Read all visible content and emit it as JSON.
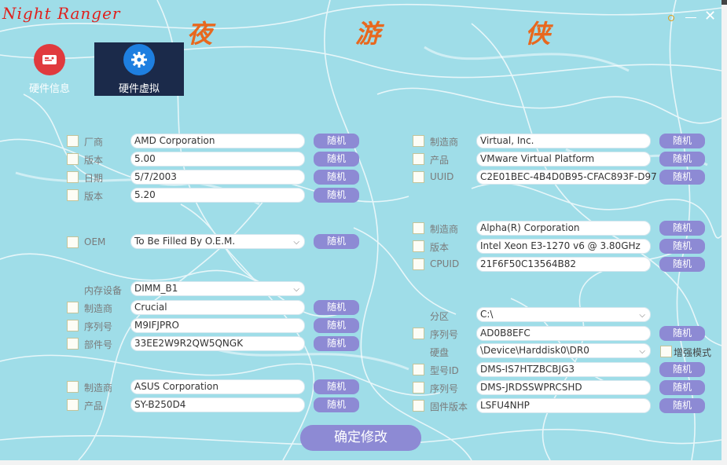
{
  "window": {
    "brand": "Night Ranger",
    "title_chars": [
      "夜",
      "游",
      "侠"
    ],
    "dot_icon": "dot-icon",
    "minimize_icon": "minimize-icon",
    "close_icon": "close-icon"
  },
  "tabs": [
    {
      "label": "硬件信息",
      "icon": "hardware-info-icon",
      "color": "#e03a3e"
    },
    {
      "label": "硬件虚拟",
      "icon": "gear-icon",
      "color": "#1e7fe0"
    }
  ],
  "random_label": "随机",
  "confirm_label": "确定修改",
  "bios": [
    {
      "label": "厂商",
      "value": "AMD Corporation"
    },
    {
      "label": "版本",
      "value": "5.00"
    },
    {
      "label": "日期",
      "value": "5/7/2003"
    },
    {
      "label": "版本",
      "value": "5.20"
    }
  ],
  "oem": {
    "label": "OEM",
    "value": "To Be Filled By O.E.M."
  },
  "memory": {
    "device_label": "内存设备",
    "device_value": "DIMM_B1",
    "rows": [
      {
        "label": "制造商",
        "value": "Crucial"
      },
      {
        "label": "序列号",
        "value": "M9IFJPRO"
      },
      {
        "label": "部件号",
        "value": "33EE2W9R2QW5QNGK"
      }
    ]
  },
  "board": [
    {
      "label": "制造商",
      "value": "ASUS Corporation"
    },
    {
      "label": "产品",
      "value": "SY-B250D4"
    }
  ],
  "system": [
    {
      "label": "制造商",
      "value": "Virtual, Inc."
    },
    {
      "label": "产品",
      "value": "VMware Virtual Platform"
    },
    {
      "label": "UUID",
      "value": "C2E01BEC-4B4D0B95-CFAC893F-D97"
    }
  ],
  "cpu": [
    {
      "label": "制造商",
      "value": "Alpha(R) Corporation"
    },
    {
      "label": "版本",
      "value": "Intel Xeon E3-1270 v6 @ 3.80GHz"
    },
    {
      "label": "CPUID",
      "value": "21F6F50C13564B82"
    }
  ],
  "disk": {
    "partition_label": "分区",
    "partition_value": "C:\\",
    "serial_label": "序列号",
    "serial_value": "AD0B8EFC",
    "hdd_label": "硬盘",
    "hdd_value": "\\Device\\Harddisk0\\DR0",
    "enhance_label": "增强模式",
    "rows": [
      {
        "label": "型号ID",
        "value": "DMS-IS7HTZBCBJG3"
      },
      {
        "label": "序列号",
        "value": "DMS-JRDSSWPRCSHD"
      },
      {
        "label": "固件版本",
        "value": "LSFU4NHP"
      }
    ]
  }
}
